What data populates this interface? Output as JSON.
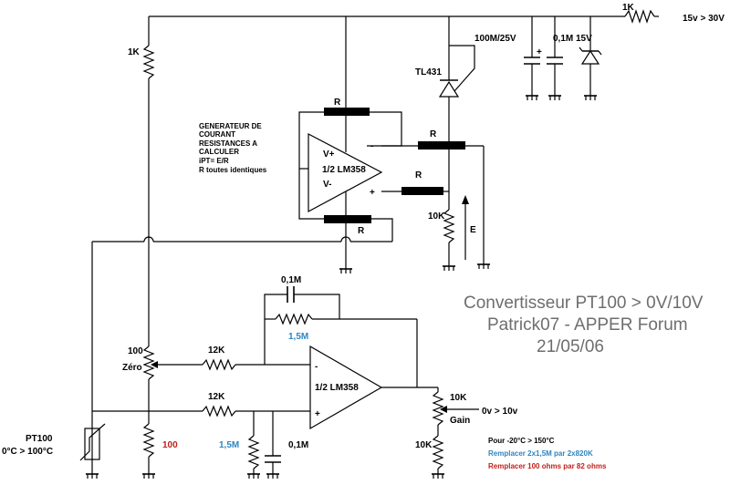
{
  "supply": {
    "resistor": "1K",
    "range": "15v > 30V"
  },
  "caps": {
    "c1": "100M/25V",
    "c2": "0,1M",
    "zener": "15V"
  },
  "ref": {
    "name": "TL431"
  },
  "left_resistor": "1K",
  "gen": {
    "lines": [
      "GENERATEUR DE",
      "COURANT",
      "RESISTANCES A",
      "CALCULER",
      "iPT= E/R",
      "R toutes identiques"
    ],
    "r_top": "R",
    "r_bottom": "R",
    "r_mid": "R",
    "r_mid2": "R",
    "opamp": "1/2 LM358",
    "vplus": "V+",
    "vminus": "V-",
    "minus": "-",
    "plus": "+",
    "r10k": "10K",
    "e": "E"
  },
  "amp": {
    "cap": "0,1M",
    "rf": "1,5M",
    "r1": "12K",
    "r2": "12K",
    "opamp": "1/2 LM358",
    "minus": "-",
    "plus": "+",
    "pot_zero_value": "100",
    "pot_zero_name": "Zéro",
    "r100": "100",
    "r15m": "1,5M",
    "cap2": "0,1M",
    "pot_gain_value": "10K",
    "pot_gain_name": "Gain",
    "r10k": "10K",
    "output": "0v > 10v"
  },
  "pt100": {
    "name": "PT100",
    "range": "0°C > 100°C"
  },
  "title": {
    "line1": "Convertisseur PT100 > 0V/10V",
    "line2": "Patrick07 - APPER Forum",
    "line3": "21/05/06"
  },
  "notes": {
    "line1": "Pour -20°C > 150°C",
    "line2": "Remplacer 2x1,5M par 2x820K",
    "line3": "Remplacer 100 ohms par 82 ohms"
  },
  "colors": {
    "note_blue": "#2e86c1",
    "note_red": "#c0201a",
    "title_gray": "#6e6e6e"
  }
}
